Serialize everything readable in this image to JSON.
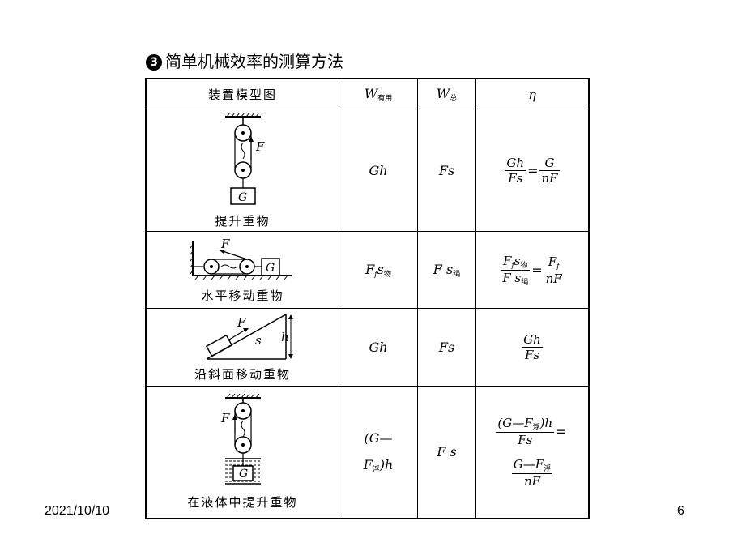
{
  "heading": {
    "number": "3",
    "title": "简单机械效率的测算方法"
  },
  "table": {
    "headers": {
      "model": "装置模型图",
      "w_useful": "W",
      "w_useful_sub": "有用",
      "w_total": "W",
      "w_total_sub": "总",
      "eta": "η"
    },
    "rows": [
      {
        "caption": "提升重物",
        "w_useful": "Gh",
        "w_total": "Fs",
        "eta_num": "Gh",
        "eta_den": "Fs",
        "eta_eq": "=",
        "eta_num2": "G",
        "eta_den2": "nF",
        "labels": {
          "force": "F",
          "weight": "G"
        }
      },
      {
        "caption": "水平移动重物",
        "w_useful_main": "F",
        "w_useful_f": "f",
        "w_useful_s": "s",
        "w_useful_sub": "物",
        "w_total_main": "F s",
        "w_total_sub": "绳",
        "eta_num_a": "F",
        "eta_num_f": "f",
        "eta_num_s": "s",
        "eta_num_sub": "物",
        "eta_den_a": "F s",
        "eta_den_sub": "绳",
        "eta_eq": "=",
        "eta_num2_a": "F",
        "eta_num2_f": "f",
        "eta_den2": "nF",
        "labels": {
          "force": "F",
          "weight": "G"
        }
      },
      {
        "caption": "沿斜面移动重物",
        "w_useful": "Gh",
        "w_total": "Fs",
        "eta_num": "Gh",
        "eta_den": "Fs",
        "labels": {
          "force": "F",
          "distance": "s",
          "height": "h"
        }
      },
      {
        "caption": "在液体中提升重物",
        "w_useful_line1": "(G—",
        "w_useful_line2a": "F",
        "w_useful_line2sub": "浮",
        "w_useful_line2b": ")h",
        "w_total": "F s",
        "eta_top_a": "(G—F",
        "eta_top_sub": "浮",
        "eta_top_b": ")h",
        "eta_top_den": "Fs",
        "eta_eq": "=",
        "eta_bot_a": "G—F",
        "eta_bot_sub": "浮",
        "eta_bot_den": "nF",
        "labels": {
          "force": "F",
          "weight": "G"
        }
      }
    ]
  },
  "footer": {
    "date": "2021/10/10",
    "page": "6"
  }
}
